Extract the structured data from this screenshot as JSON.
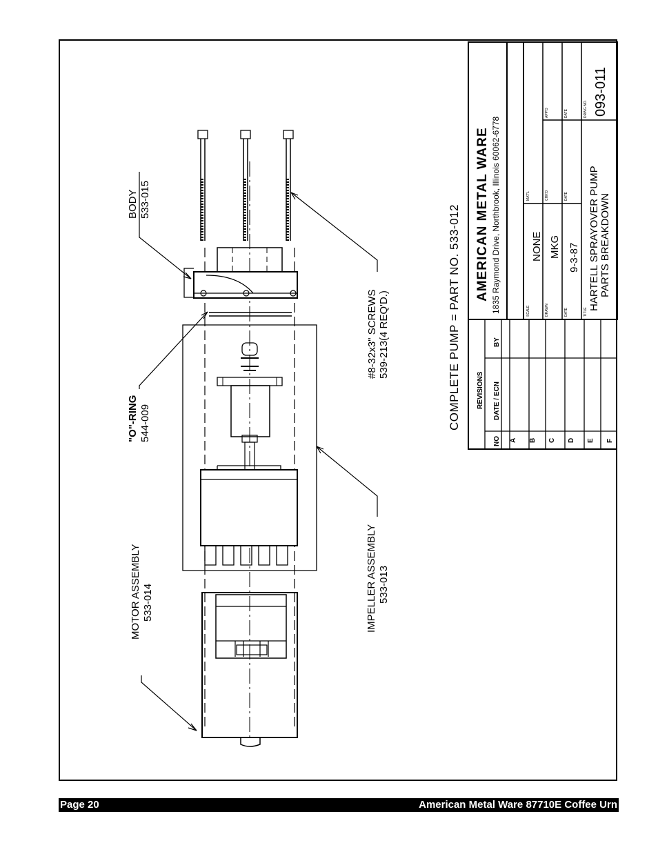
{
  "labels": {
    "body": "BODY",
    "body_part": "533-015",
    "o_ring": "\"O\"-RING",
    "o_ring_part": "544-009",
    "screws": "#8-32x3\" SCREWS",
    "screws_part": "539-213(4 REQ'D.)",
    "motor": "MOTOR ASSEMBLY",
    "motor_part": "533-014",
    "impeller": "IMPELLER ASSEMBLY",
    "impeller_part": "533-013",
    "complete_pump": "COMPLETE PUMP = PART NO. 533-012"
  },
  "title_block": {
    "company": "AMERICAN METAL WARE",
    "address": "1835 Raymond Drive, Northbrook, Illinois 60062-6778",
    "scale_label": "SCALE",
    "scale_value": "NONE",
    "matl_label": "MAT'L",
    "drawn_label": "DRAWN",
    "drawn_value": "MKG",
    "chkd_label": "CHK'D",
    "appd_label": "APP'D",
    "date_label": "DATE",
    "date_value": "9-3-87",
    "title_label": "TITLE",
    "title_line1": "HARTELL SPRAYOVER PUMP",
    "title_line2": "PARTS BREAKDOWN",
    "drwg_label": "DRWG NO.",
    "drwg_no": "093-011"
  },
  "revisions": {
    "heading": "REVISIONS",
    "col_no": "NO",
    "col_date": "DATE / ECN",
    "col_by": "BY",
    "rows": [
      "A",
      "B",
      "C",
      "D",
      "E",
      "F"
    ]
  },
  "footer": {
    "page": "Page 20",
    "doc_title": "American Metal Ware 87710E Coffee Urn"
  }
}
